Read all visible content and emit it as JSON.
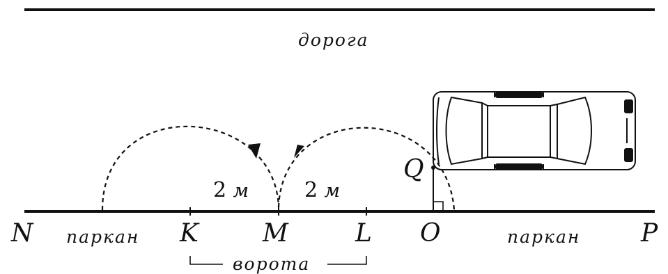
{
  "road_label": "дорога",
  "fence_label_left": "паркан",
  "fence_label_right": "паркан",
  "gate_label": "ворота",
  "points": {
    "N": "N",
    "K": "K",
    "M": "M",
    "L": "L",
    "O": "O",
    "P": "P",
    "Q": "Q"
  },
  "distances": {
    "KM": {
      "value": "2",
      "unit": "м"
    },
    "ML": {
      "value": "2",
      "unit": "м"
    }
  },
  "colors": {
    "ink": "#111111",
    "background": "#ffffff"
  }
}
